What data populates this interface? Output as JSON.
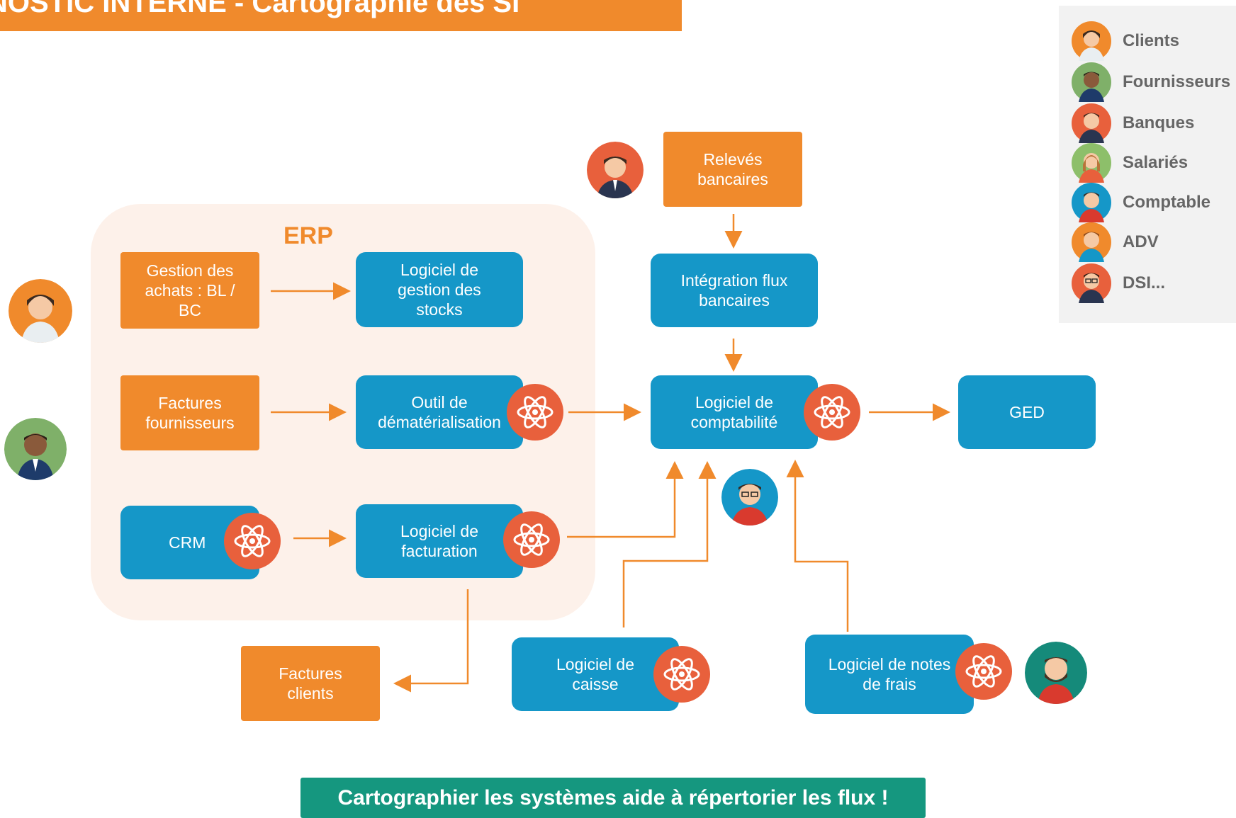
{
  "title": "NOSTIC INTERNE - Cartographie des SI",
  "erp_label": "ERP",
  "nodes": {
    "gestion_achats": "Gestion des achats : BL / BC",
    "logiciel_stocks": "Logiciel de gestion des stocks",
    "factures_fournisseurs": "Factures fournisseurs",
    "outil_dematerialisation": "Outil de dématérialisation",
    "crm": "CRM",
    "logiciel_facturation": "Logiciel de facturation",
    "factures_clients": "Factures clients",
    "releves_bancaires": "Relevés bancaires",
    "integration_flux": "Intégration flux bancaires",
    "logiciel_comptabilite": "Logiciel de comptabilité",
    "ged": "GED",
    "logiciel_caisse": "Logiciel de caisse",
    "logiciel_notes_frais": "Logiciel de notes de frais"
  },
  "legend": [
    {
      "label": "Clients",
      "icon": "client-avatar-icon",
      "ring": "#F08A2C"
    },
    {
      "label": "Fournisseurs",
      "icon": "supplier-avatar-icon",
      "ring": "#7FB069"
    },
    {
      "label": "Banques",
      "icon": "bank-avatar-icon",
      "ring": "#E8603C"
    },
    {
      "label": "Salariés",
      "icon": "employee-avatar-icon",
      "ring": "#8DBF6A"
    },
    {
      "label": "Comptable",
      "icon": "accountant-avatar-icon",
      "ring": "#1597C8"
    },
    {
      "label": "ADV",
      "icon": "adv-avatar-icon",
      "ring": "#F08A2C"
    },
    {
      "label": "DSI...",
      "icon": "dsi-avatar-icon",
      "ring": "#E8603C"
    }
  ],
  "footer": "Cartographier les systèmes aide à répertorier les flux !",
  "colors": {
    "orange": "#F08A2C",
    "blue": "#1597C8",
    "badge": "#E8603C",
    "erp_zone": "#FDF1EA",
    "footer": "#15977F"
  }
}
